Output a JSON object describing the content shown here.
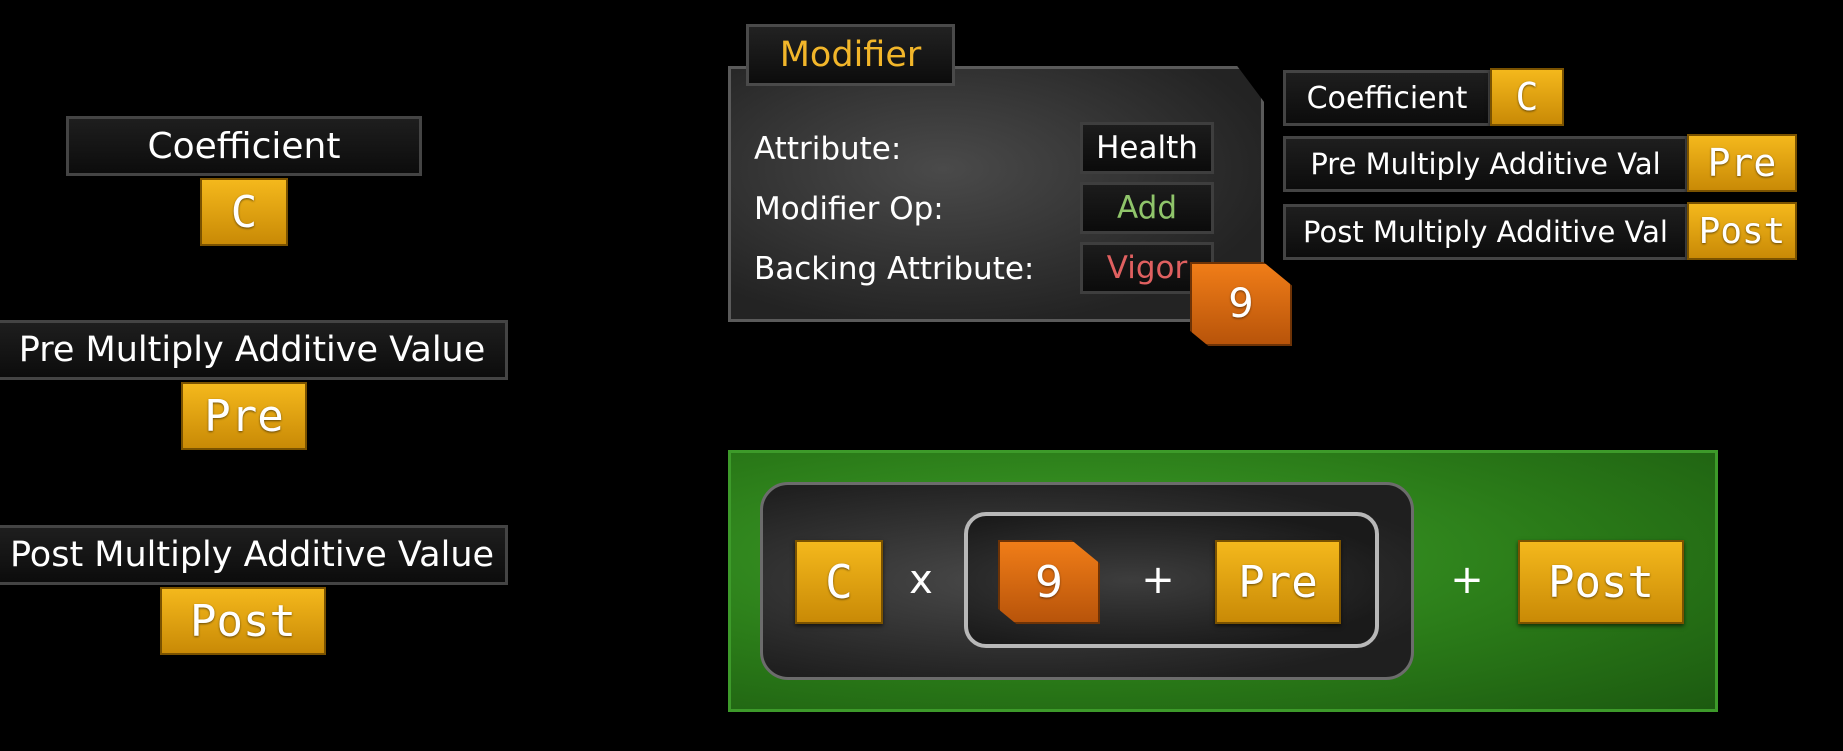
{
  "left_legend": {
    "coefficient": {
      "label": "Coefficient",
      "token": "C"
    },
    "pre": {
      "label": "Pre Multiply Additive Value",
      "token": "Pre"
    },
    "post": {
      "label": "Post Multiply Additive Value",
      "token": "Post"
    }
  },
  "modifier": {
    "title": "Modifier",
    "fields": [
      {
        "label": "Attribute:",
        "value": "Health",
        "color": "#ffffff"
      },
      {
        "label": "Modifier Op:",
        "value": "Add",
        "color": "#8fc46a"
      },
      {
        "label": "Backing Attribute:",
        "value": "Vigor",
        "color": "#e06060"
      }
    ],
    "backing_value": "9"
  },
  "right_legend": {
    "coefficient": {
      "label": "Coefficient",
      "token": "C"
    },
    "pre": {
      "label": "Pre Multiply Additive Val",
      "token": "Pre"
    },
    "post": {
      "label": "Post Multiply Additive Val",
      "token": "Post"
    }
  },
  "formula": {
    "coefficient": "C",
    "times": "x",
    "backing": "9",
    "plus1": "+",
    "pre": "Pre",
    "plus2": "+",
    "post": "Post"
  },
  "colors": {
    "gold": "#f2b21a",
    "orange": "#e8700f",
    "green": "#2f8a1f",
    "title_gold": "#f2b62a"
  }
}
